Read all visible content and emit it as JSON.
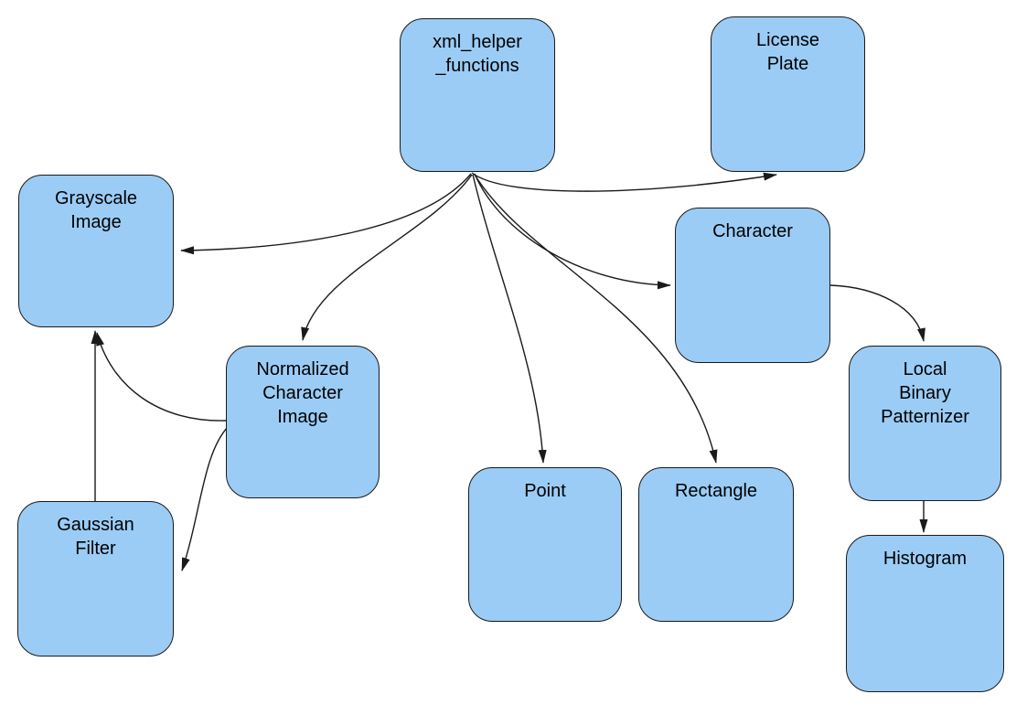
{
  "diagram": {
    "title": "xml_helper_functions dependency diagram",
    "background_color": "#ffffff",
    "node_fill_color": "#9bccf5",
    "node_border_color": "#1a1a1a",
    "edge_color": "#1a1a1a",
    "nodes": [
      {
        "id": "xml_helper_functions",
        "label": "xml_helper\n_functions"
      },
      {
        "id": "license_plate",
        "label": "License\nPlate"
      },
      {
        "id": "grayscale_image",
        "label": "Grayscale\nImage"
      },
      {
        "id": "character",
        "label": "Character"
      },
      {
        "id": "normalized_character_image",
        "label": "Normalized\nCharacter\nImage"
      },
      {
        "id": "local_binary_patternizer",
        "label": "Local\nBinary\nPatternizer"
      },
      {
        "id": "point",
        "label": "Point"
      },
      {
        "id": "rectangle",
        "label": "Rectangle"
      },
      {
        "id": "gaussian_filter",
        "label": "Gaussian\nFilter"
      },
      {
        "id": "histogram",
        "label": "Histogram"
      }
    ],
    "edges": [
      {
        "from": "xml_helper_functions",
        "to": "license_plate"
      },
      {
        "from": "xml_helper_functions",
        "to": "grayscale_image"
      },
      {
        "from": "xml_helper_functions",
        "to": "normalized_character_image"
      },
      {
        "from": "xml_helper_functions",
        "to": "point"
      },
      {
        "from": "xml_helper_functions",
        "to": "rectangle"
      },
      {
        "from": "xml_helper_functions",
        "to": "character"
      },
      {
        "from": "character",
        "to": "local_binary_patternizer"
      },
      {
        "from": "local_binary_patternizer",
        "to": "histogram"
      },
      {
        "from": "gaussian_filter",
        "to": "grayscale_image"
      },
      {
        "from": "normalized_character_image",
        "to": "grayscale_image"
      },
      {
        "from": "normalized_character_image",
        "to": "gaussian_filter"
      }
    ]
  }
}
